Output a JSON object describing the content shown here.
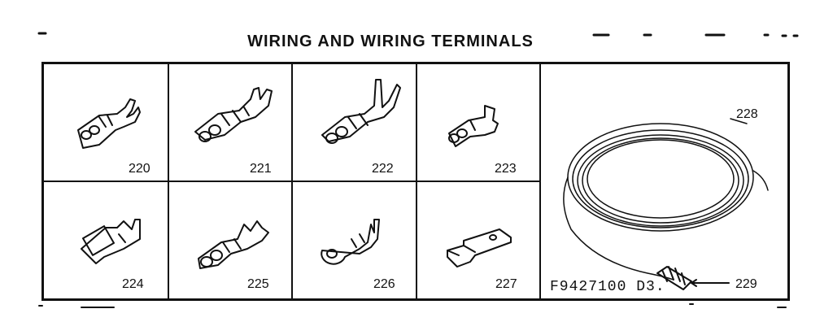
{
  "title": "WIRING AND WIRING TERMINALS",
  "parts": [
    {
      "number": "220",
      "icon": "female-spade-terminal-icon"
    },
    {
      "number": "221",
      "icon": "female-spade-terminal-icon"
    },
    {
      "number": "222",
      "icon": "female-spade-terminal-icon"
    },
    {
      "number": "223",
      "icon": "flag-terminal-icon"
    },
    {
      "number": "224",
      "icon": "female-spade-terminal-icon"
    },
    {
      "number": "225",
      "icon": "female-spade-terminal-icon"
    },
    {
      "number": "226",
      "icon": "ring-terminal-icon"
    },
    {
      "number": "227",
      "icon": "male-tab-terminal-icon"
    },
    {
      "number": "228",
      "icon": "wire-coil-icon"
    },
    {
      "number": "229",
      "icon": "wire-nut-icon"
    }
  ],
  "drawing_code": "F9427100 D3."
}
